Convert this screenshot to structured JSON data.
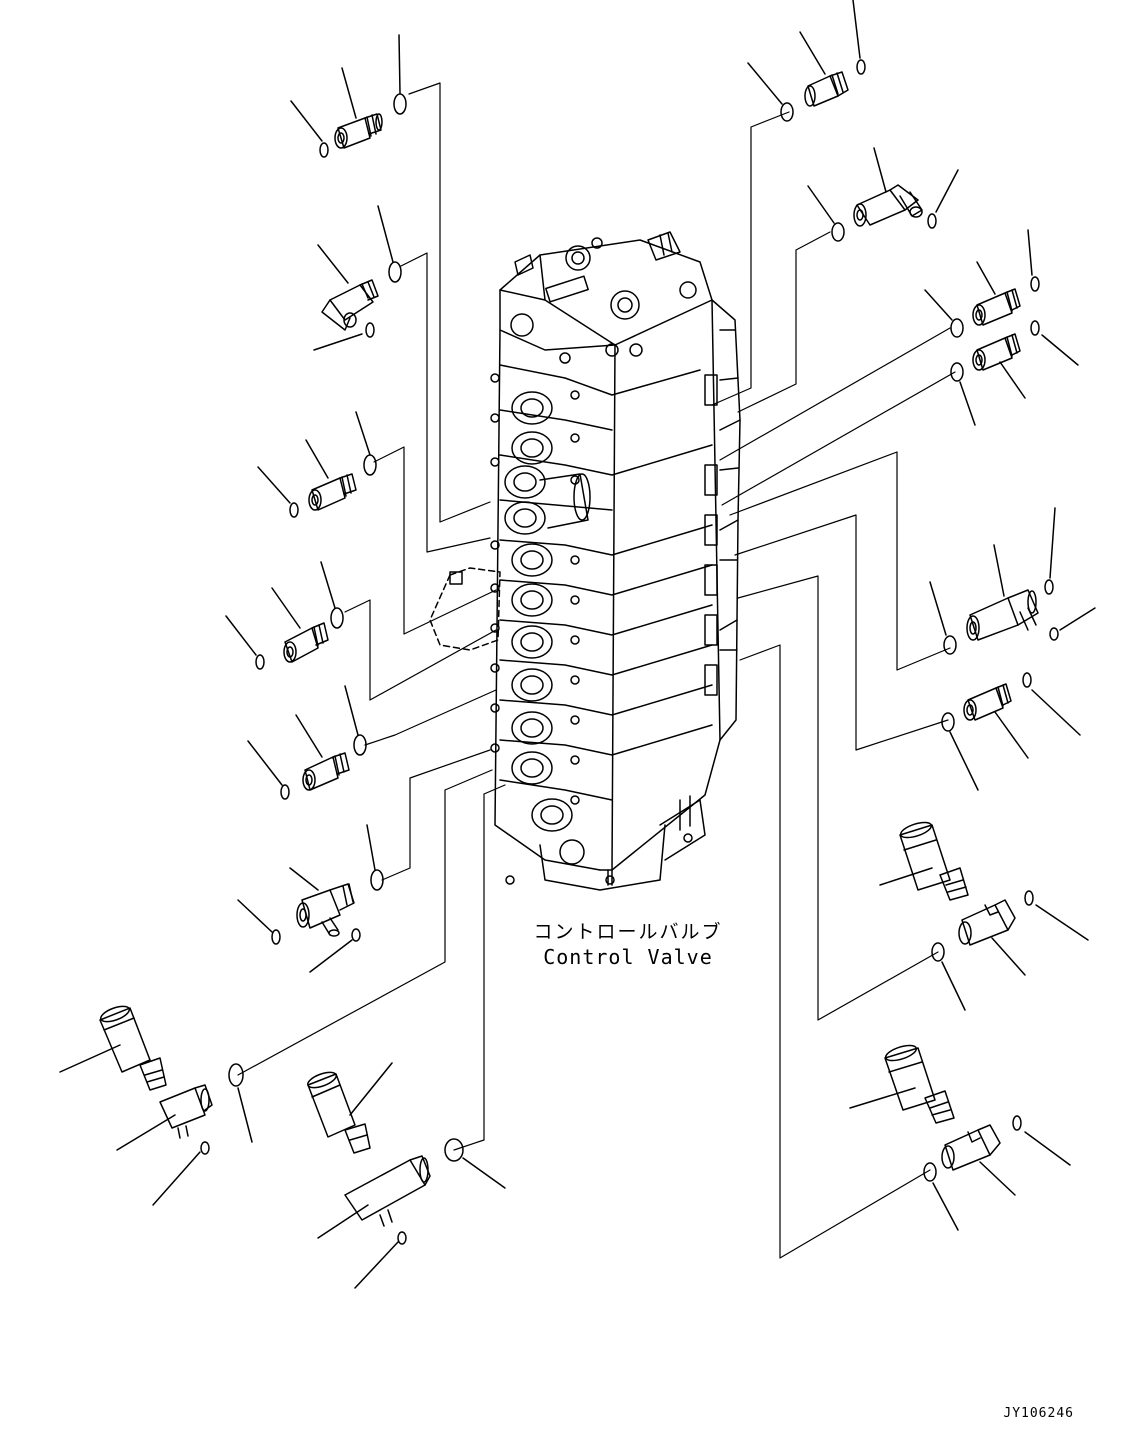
{
  "diagram": {
    "label_jp": "コントロールバルブ",
    "label_en": "Control Valve",
    "drawing_code": "JY106246",
    "line_color": "#000000",
    "background_color": "#ffffff"
  }
}
